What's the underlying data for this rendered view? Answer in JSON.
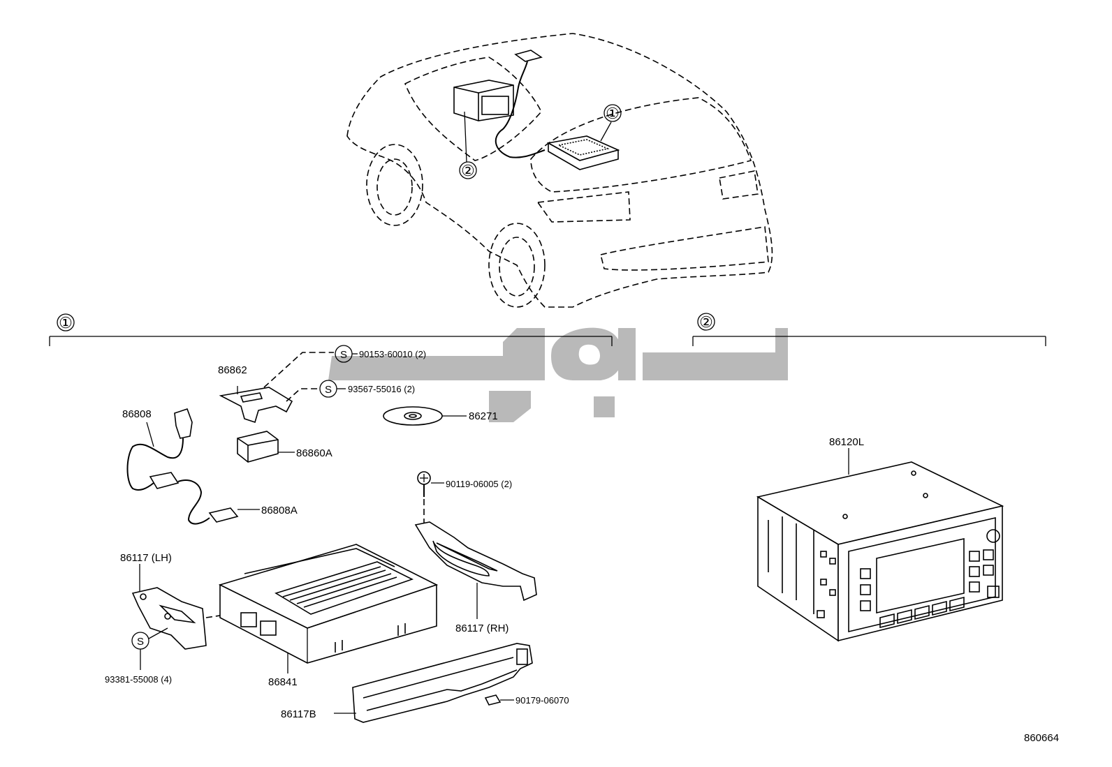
{
  "diagram_code": "860664",
  "callouts": {
    "group1": "①",
    "group2": "②",
    "car1": "①",
    "car2": "②",
    "s_marker": "S"
  },
  "parts": {
    "p90153": "90153-60010 (2)",
    "p93567": "93567-55016 (2)",
    "p86862": "86862",
    "p86271": "86271",
    "p86808": "86808",
    "p86860A": "86860A",
    "p86808A": "86808A",
    "p90119": "90119-06005 (2)",
    "p86117LH": "86117 (LH)",
    "p86117RH": "86117 (RH)",
    "p93381": "93381-55008 (4)",
    "p86841": "86841",
    "p86117B": "86117B",
    "p90179": "90179-06070",
    "p86120L": "86120L"
  },
  "colors": {
    "line": "#000000",
    "watermark": "#b9b9b9",
    "background": "#ffffff"
  }
}
